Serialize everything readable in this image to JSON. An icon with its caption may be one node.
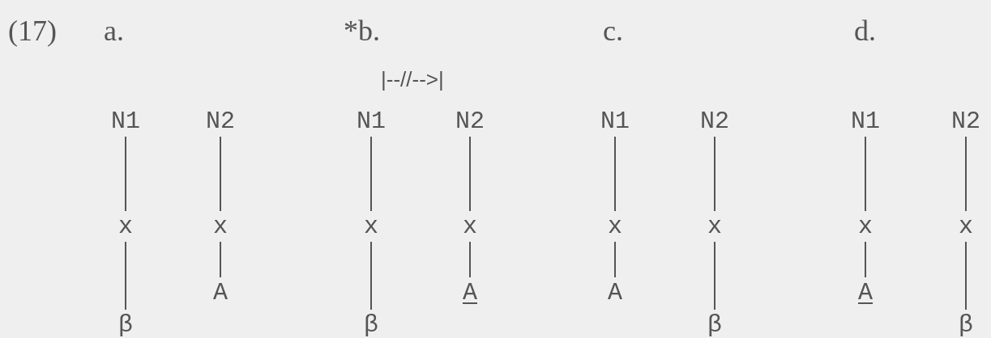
{
  "diagram": {
    "nodes": [
      {
        "text": [
          "N1"
        ]
      },
      {
        "text": [
          "x"
        ]
      },
      {
        "text": [
          "β"
        ]
      },
      {
        "text": [
          "N2"
        ]
      },
      {
        "text": [
          "x"
        ]
      },
      {
        "text": [
          "A"
        ]
      },
      {
        "text": [
          "N1"
        ]
      },
      {
        "text": [
          "x"
        ]
      },
      {
        "text": [
          "β"
        ]
      },
      {
        "text": [
          "N2"
        ]
      },
      {
        "text": [
          "x"
        ]
      },
      {
        "text": [
          "A"
        ]
      },
      {
        "text": [
          "N1"
        ]
      },
      {
        "text": [
          "x"
        ]
      },
      {
        "text": [
          "A"
        ]
      },
      {
        "text": [
          "N2"
        ]
      },
      {
        "text": [
          "x"
        ]
      },
      {
        "text": [
          "β"
        ]
      },
      {
        "text": [
          "N1"
        ]
      },
      {
        "text": [
          "x"
        ]
      },
      {
        "text": [
          "A"
        ]
      },
      {
        "text": [
          "N2"
        ]
      },
      {
        "text": [
          "x"
        ]
      },
      {
        "text": [
          "β"
        ]
      }
    ],
    "edges": [
      {
        "from": 0,
        "to": 1,
        "arrow": "none"
      },
      {
        "from": 1,
        "to": 2,
        "arrow": "none"
      },
      {
        "from": 3,
        "to": 4,
        "arrow": "none"
      },
      {
        "from": 4,
        "to": 5,
        "arrow": "none"
      },
      {
        "from": 6,
        "to": 7,
        "arrow": "none"
      },
      {
        "from": 7,
        "to": 8,
        "arrow": "none"
      },
      {
        "from": 9,
        "to": 10,
        "arrow": "none"
      },
      {
        "from": 10,
        "to": 11,
        "arrow": "none"
      },
      {
        "from": 12,
        "to": 13,
        "arrow": "none"
      },
      {
        "from": 13,
        "to": 14,
        "arrow": "none"
      },
      {
        "from": 15,
        "to": 16,
        "arrow": "none"
      },
      {
        "from": 16,
        "to": 17,
        "arrow": "none"
      },
      {
        "from": 18,
        "to": 19,
        "arrow": "none"
      },
      {
        "from": 19,
        "to": 20,
        "arrow": "none"
      },
      {
        "from": 21,
        "to": 22,
        "arrow": "none"
      },
      {
        "from": 22,
        "to": 23,
        "arrow": "none"
      }
    ],
    "labels": [
      "(17)",
      "a.",
      "*b.",
      "c.",
      "d.",
      "|--//-->|"
    ]
  }
}
